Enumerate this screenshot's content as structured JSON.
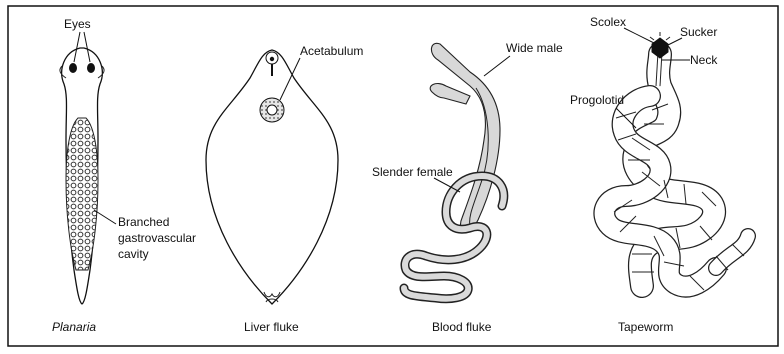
{
  "figures": {
    "planaria": {
      "caption": "Planaria",
      "labels": {
        "eyes": "Eyes",
        "gut_line1": "Branched",
        "gut_line2": "gastrovascular",
        "gut_line3": "cavity"
      }
    },
    "liver_fluke": {
      "caption": "Liver fluke",
      "labels": {
        "acetabulum": "Acetabulum"
      }
    },
    "blood_fluke": {
      "caption": "Blood fluke",
      "labels": {
        "male": "Wide male",
        "female": "Slender female"
      }
    },
    "tapeworm": {
      "caption": "Tapeworm",
      "labels": {
        "scolex": "Scolex",
        "sucker": "Sucker",
        "neck": "Neck",
        "proglottid": "Progolotid"
      }
    }
  }
}
